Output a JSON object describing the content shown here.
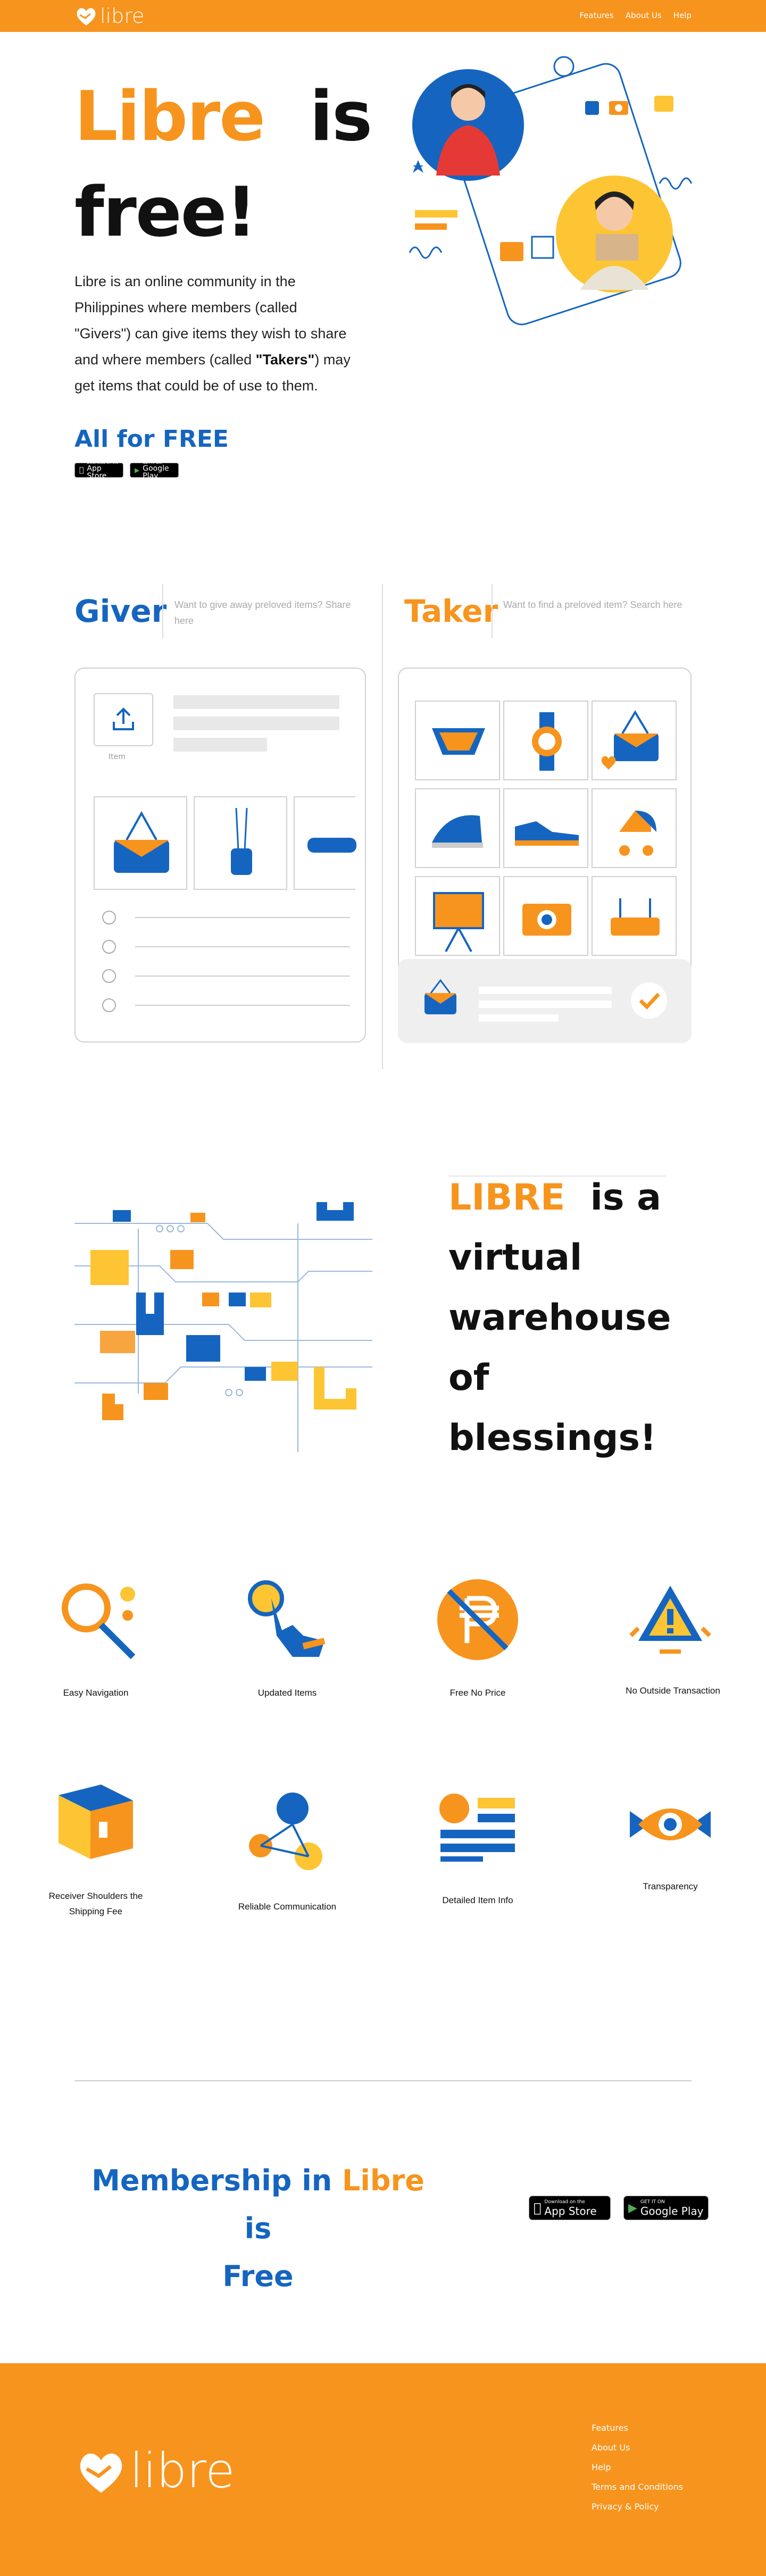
{
  "nav": {
    "logo_text": "libre",
    "links": [
      "Features",
      "About Us",
      "Help"
    ]
  },
  "hero": {
    "title_word1": "Libre",
    "title_word2": "is",
    "title_line2": "free!",
    "desc_1": "Libre is an online community in the Philippines where members (called \"Givers\") can give items they wish to share and where members (called ",
    "desc_takers": "\"Takers\"",
    "desc_2": ") may get items that could be of use to them.",
    "free_text": "All for FREE",
    "appstore_small": "Download on the",
    "appstore_large": "App Store",
    "googleplay_small": "GET IT ON",
    "googleplay_large": "Google Play"
  },
  "giver": {
    "title": "Giver",
    "subtitle": "Want to give away preloved items? Share here",
    "upload_label": "Item"
  },
  "taker": {
    "title": "Taker",
    "subtitle": "Want to find a preloved item? Search here"
  },
  "warehouse": {
    "word1": "LIBRE",
    "word2": "is a",
    "line2": "virtual",
    "line3": "warehouse",
    "line4": "of",
    "line5": "blessings!"
  },
  "features": [
    {
      "label": "Easy Navigation",
      "icon": "magnifier-icon"
    },
    {
      "label": "Updated Items",
      "icon": "pointer-hand-icon"
    },
    {
      "label": "Free No Price",
      "icon": "no-peso-icon"
    },
    {
      "label": "No Outside Transaction",
      "icon": "warning-icon"
    },
    {
      "label": "Receiver Shoulders the Shipping Fee",
      "icon": "box-icon"
    },
    {
      "label": "Reliable Communication",
      "icon": "network-icon"
    },
    {
      "label": "Detailed Item Info",
      "icon": "details-icon"
    },
    {
      "label": "Transparency",
      "icon": "eye-icon"
    }
  ],
  "membership": {
    "word1": "Membership in",
    "word2": "Libre",
    "word3": "is",
    "line2": "Free"
  },
  "footer": {
    "logo_text": "libre",
    "links": [
      "Features",
      "About Us",
      "Help",
      "Terms and Conditions",
      "Privacy & Policy"
    ]
  },
  "colors": {
    "accent": "#f7941d",
    "brand_blue": "#1565c0",
    "yellow": "#fdc533"
  }
}
